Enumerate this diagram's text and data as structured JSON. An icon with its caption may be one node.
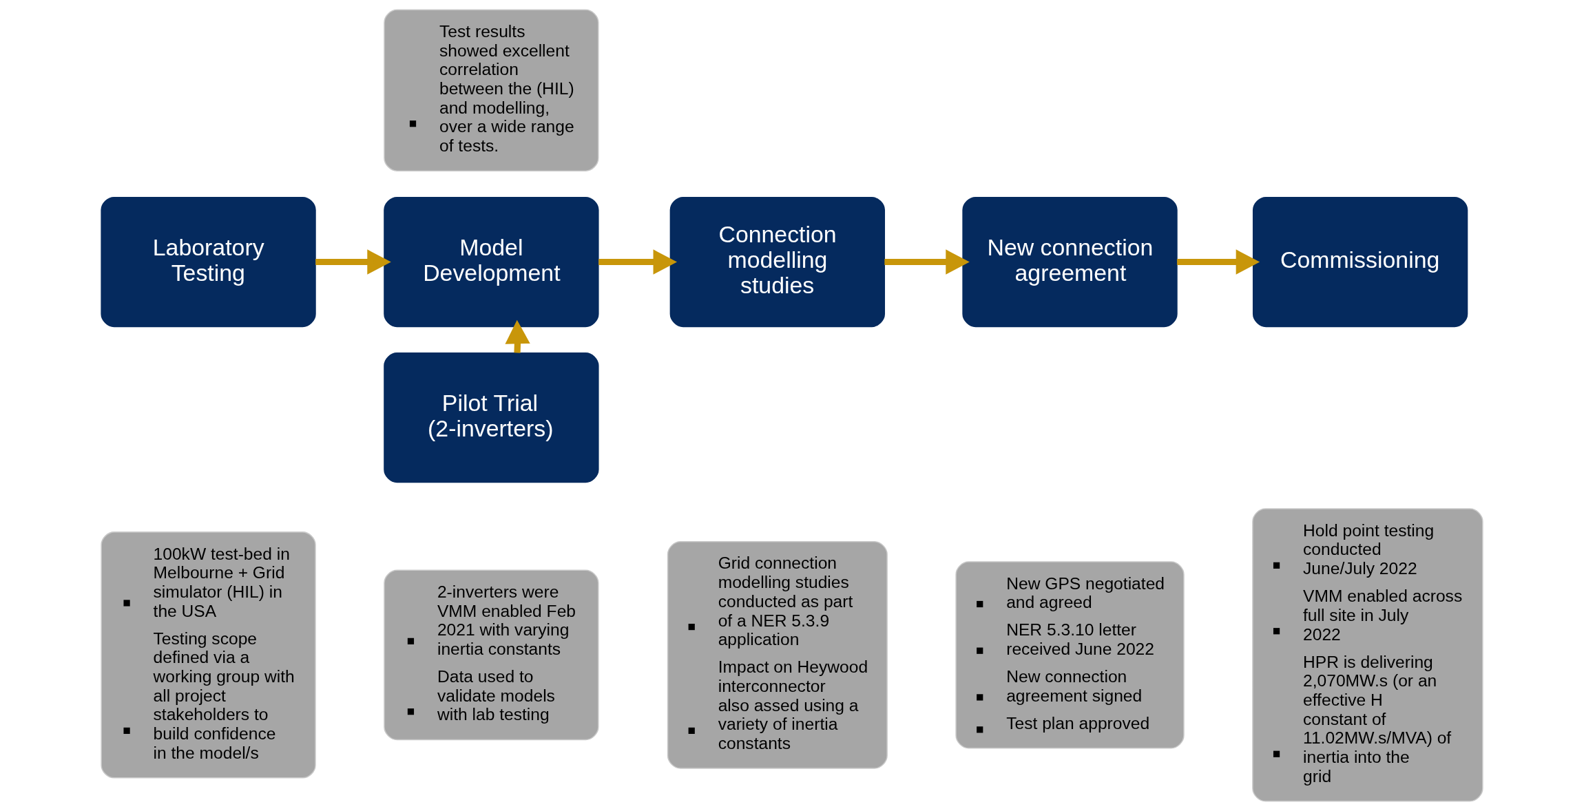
{
  "diagram": {
    "nodes": [
      {
        "text": [
          "Laboratory Testing"
        ]
      },
      {
        "text": [
          "100kW test-bed in Melbourne + Grid simulator (HIL) in the USA",
          "Testing scope defined via a working group with all project stakeholders to build confidence in the model/s"
        ]
      },
      {
        "text": [
          "Test results showed excellent correlation between the (HIL) and modelling, over a wide range of tests."
        ]
      },
      {
        "text": [
          "Model Development"
        ]
      },
      {
        "text": [
          "Pilot Trial (2-inverters)"
        ]
      },
      {
        "text": [
          "2-inverters were VMM enabled Feb 2021 with varying inertia constants",
          "Data used to validate models with lab testing"
        ]
      },
      {
        "text": [
          "Connection modelling studies"
        ]
      },
      {
        "text": [
          "Grid connection modelling studies conducted as part of a NER 5.3.9 application",
          "Impact on Heywood interconnector also assed using a variety of inertia constants"
        ]
      },
      {
        "text": [
          "New connection agreement"
        ]
      },
      {
        "text": [
          "New GPS negotiated and agreed",
          "NER 5.3.10 letter received June 2022",
          "New connection agreement signed",
          "Test plan approved"
        ]
      },
      {
        "text": [
          "Commissioning"
        ]
      },
      {
        "text": [
          "Hold point testing conducted June/July 2022",
          "VMM enabled across full site in July 2022",
          "HPR is delivering 2,070MW.s (or an effective H constant of 11.02MW.s/MVA) of inertia into the grid"
        ]
      }
    ],
    "edges": [
      {
        "from": 0,
        "to": 3,
        "arrow": "to"
      },
      {
        "from": 3,
        "to": 6,
        "arrow": "to"
      },
      {
        "from": 6,
        "to": 8,
        "arrow": "to"
      },
      {
        "from": 8,
        "to": 10,
        "arrow": "to"
      },
      {
        "from": 4,
        "to": 3,
        "arrow": "to"
      }
    ]
  }
}
